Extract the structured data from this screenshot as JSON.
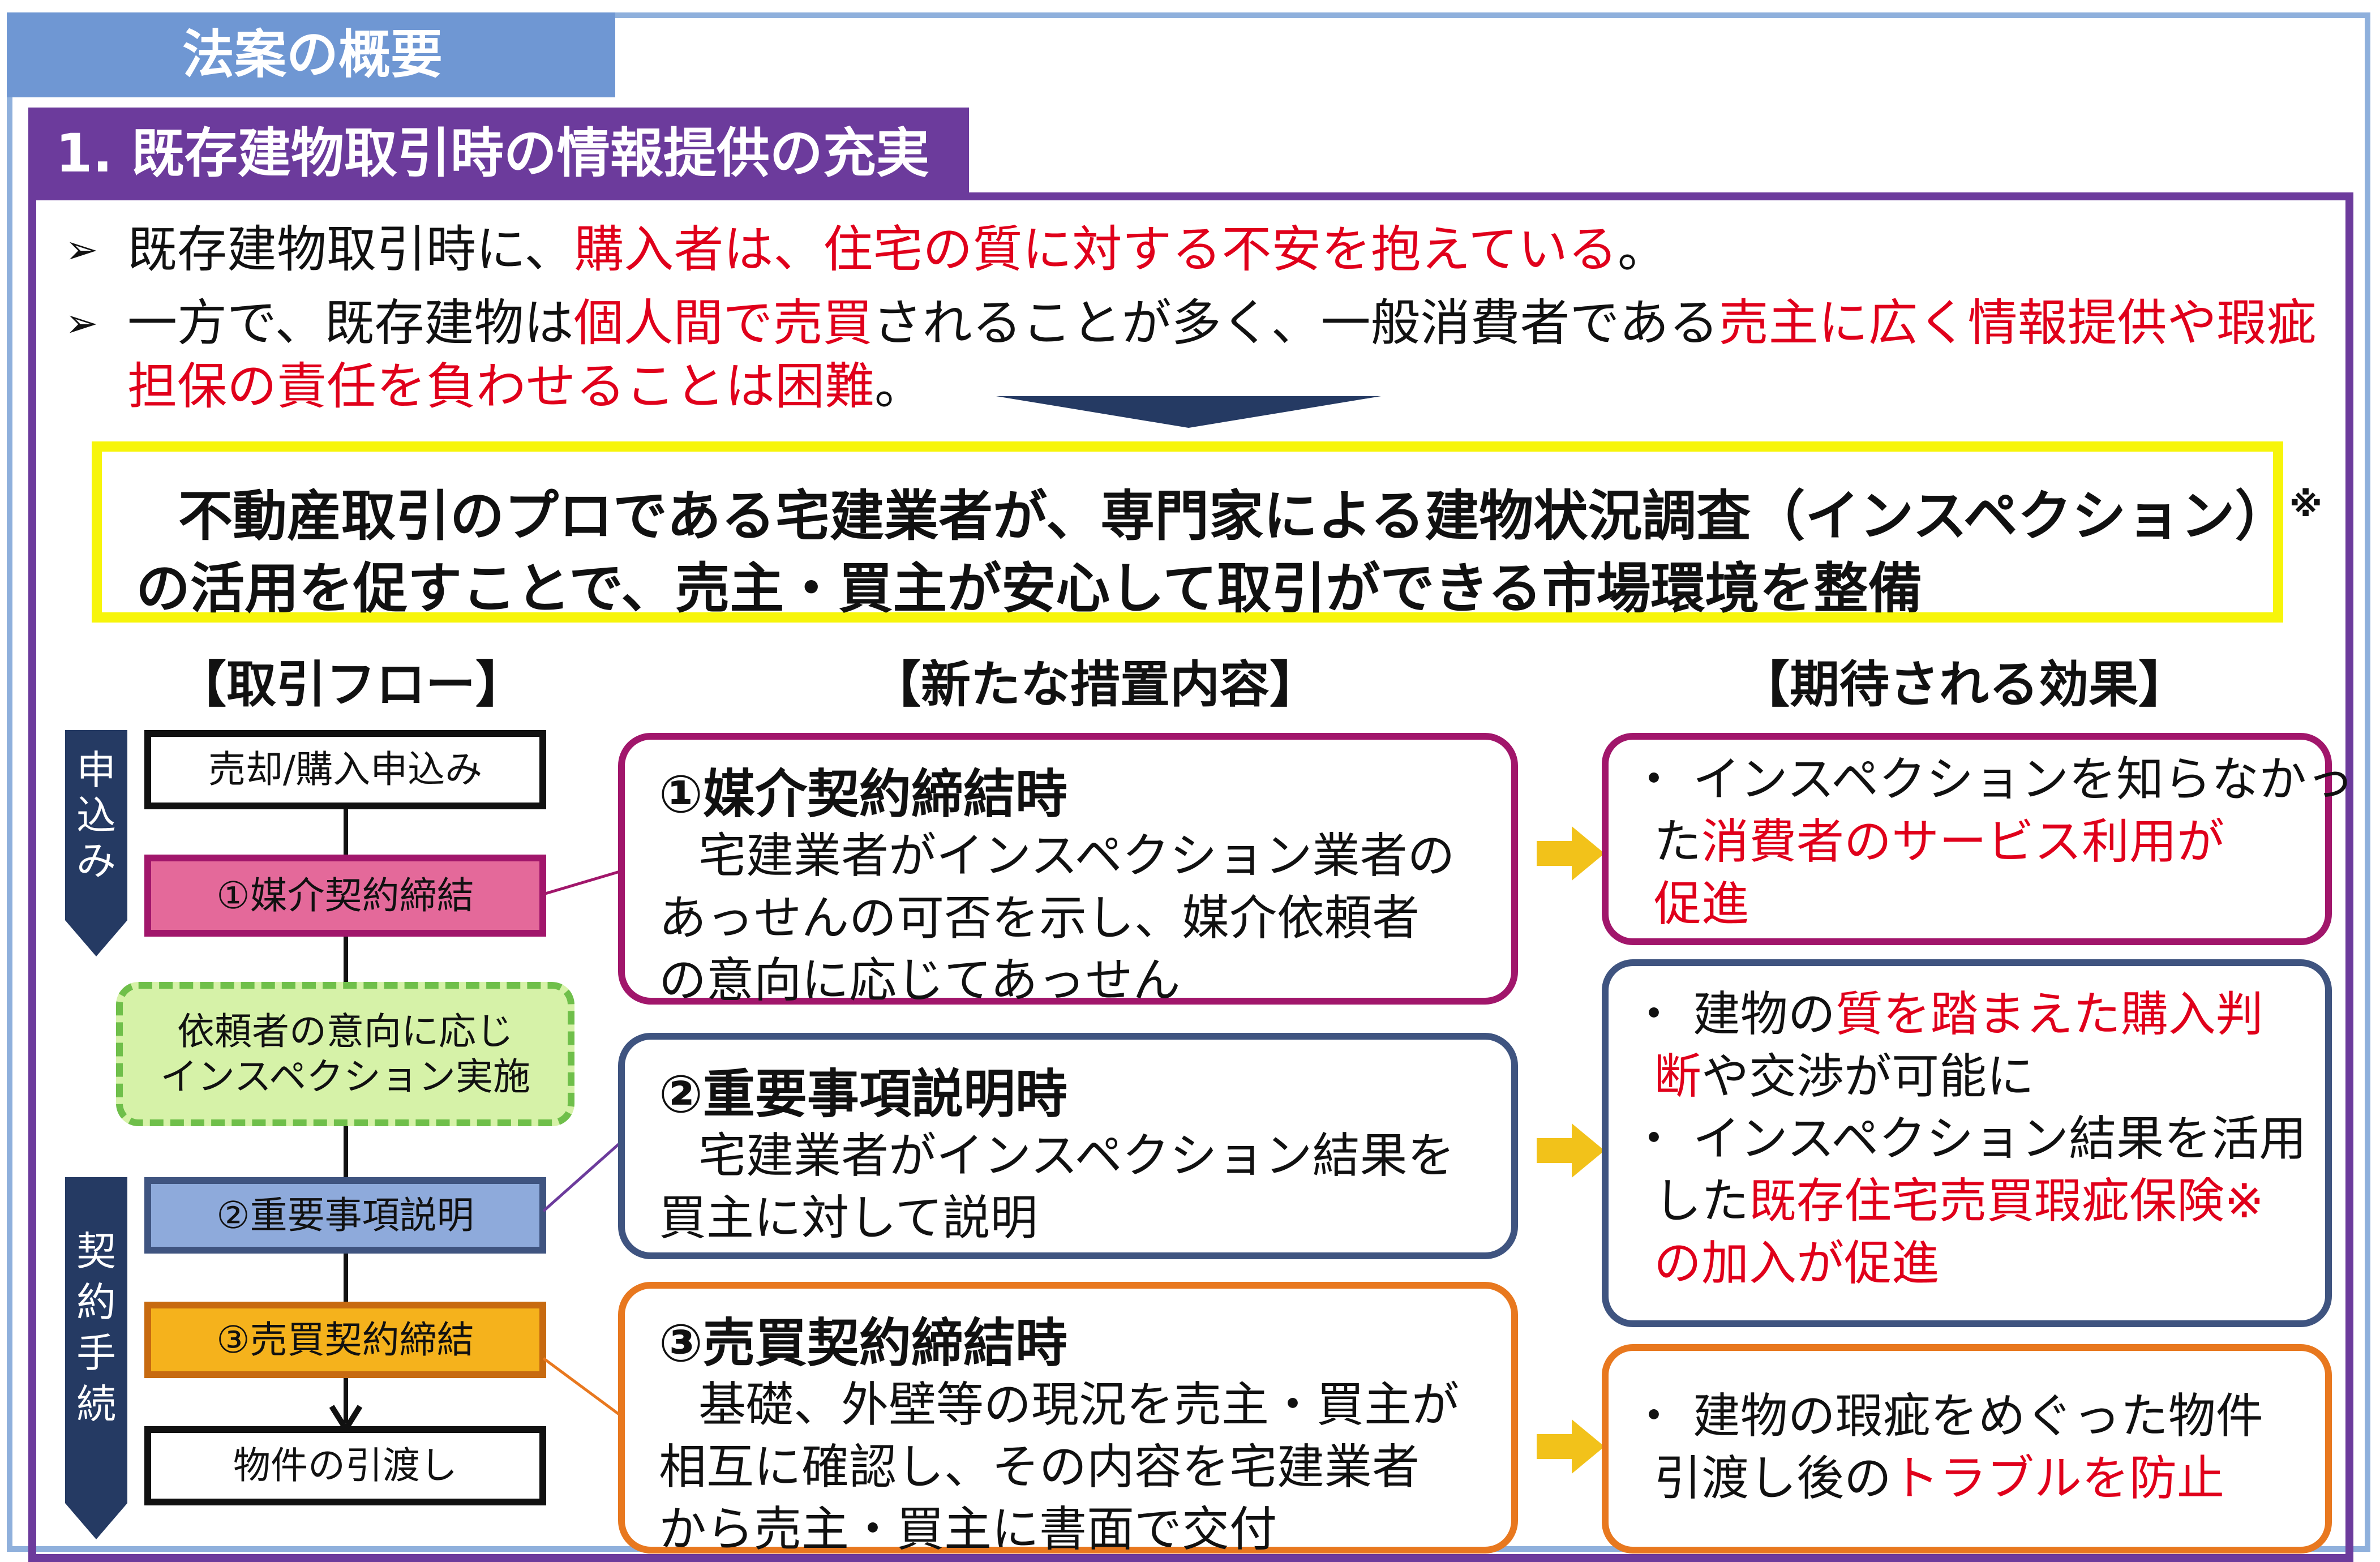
{
  "header": {
    "overview_tab": "法案の概要",
    "section_tab": "1. 既存建物取引時の情報提供の充実"
  },
  "bullets": [
    {
      "mark": "➢",
      "lines": [
        [
          {
            "t": "既存建物取引時に、",
            "red": false
          },
          {
            "t": "購入者は、住宅の質に対する不安を抱えている",
            "red": true
          },
          {
            "t": "。",
            "red": false
          }
        ]
      ]
    },
    {
      "mark": "➢",
      "lines": [
        [
          {
            "t": "一方で、既存建物は",
            "red": false
          },
          {
            "t": "個人間で売買",
            "red": true
          },
          {
            "t": "されることが多く、一般消費者である",
            "red": false
          },
          {
            "t": "売主に広く情報提供や瑕疵",
            "red": true
          }
        ],
        [
          {
            "t": "担保の責任を負わせることは困難",
            "red": true
          },
          {
            "t": "。",
            "red": false
          }
        ]
      ]
    }
  ],
  "summary": {
    "line1": "不動産取引のプロである宅建業者が、専門家による建物状況調査（インスペクション）",
    "line1_note": "※",
    "line2": "の活用を促すことで、売主・買主が安心して取引ができる市場環境を整備"
  },
  "columns": {
    "flow": "【取引フロー】",
    "measures": "【新たな措置内容】",
    "effects": "【期待される効果】"
  },
  "flow": {
    "side_application": "申込み",
    "side_contract": "契約手続",
    "steps": {
      "purchase_application": "売却/購入申込み",
      "brokerage_contract": "①媒介契約締結",
      "inspection": [
        "依頼者の意向に応じ",
        "インスペクション実施"
      ],
      "explanation": "②重要事項説明",
      "sales_contract": "③売買契約締結",
      "handover": "物件の引渡し"
    }
  },
  "measures": [
    {
      "title": "①媒介契約締結時",
      "lines": [
        "宅建業者がインスペクション業者の",
        "あっせんの可否を示し、媒介依頼者",
        "の意向に応じてあっせん"
      ]
    },
    {
      "title": "②重要事項説明時",
      "lines": [
        "宅建業者がインスペクション結果を",
        "買主に対して説明"
      ]
    },
    {
      "title": "③売買契約締結時",
      "lines": [
        "基礎、外壁等の現況を売主・買主が",
        "相互に確認し、その内容を宅建業者",
        "から売主・買主に書面で交付"
      ]
    }
  ],
  "effects": [
    {
      "lines": [
        [
          {
            "t": "・ インスペクションを知らなかっ",
            "red": false
          }
        ],
        [
          {
            "t": "た",
            "red": false
          },
          {
            "t": "消費者のサービス利用が",
            "red": true
          }
        ],
        [
          {
            "t": "促進",
            "red": true
          }
        ]
      ]
    },
    {
      "lines": [
        [
          {
            "t": "・ 建物の",
            "red": false
          },
          {
            "t": "質を踏まえた購入判",
            "red": true
          }
        ],
        [
          {
            "t": "断",
            "red": true
          },
          {
            "t": "や交渉が可能に",
            "red": false
          }
        ],
        [
          {
            "t": "・ インスペクション結果を活用",
            "red": false
          }
        ],
        [
          {
            "t": "した",
            "red": false
          },
          {
            "t": "既存住宅売買瑕疵保険",
            "red": true
          },
          {
            "t": "※",
            "red": true
          }
        ],
        [
          {
            "t": "の加入が促進",
            "red": true
          }
        ]
      ]
    },
    {
      "lines": [
        [
          {
            "t": "・ 建物の瑕疵をめぐった物件",
            "red": false
          }
        ],
        [
          {
            "t": "引渡し後の",
            "red": false
          },
          {
            "t": "トラブルを防止",
            "red": true
          }
        ]
      ]
    }
  ],
  "colors": {
    "overview_tab": "#6f97d3",
    "section": "#6c3b9c",
    "highlight_red": "#e0001b",
    "summary_border": "#f7f50a",
    "measure1": "#a1166b",
    "measure2": "#3f5480",
    "measure3": "#e8781f",
    "flow_pink": "#e4699a",
    "flow_blue": "#8eaadb",
    "flow_orange": "#f5b21c",
    "flow_green": "#d6f2a8",
    "arrow_yellow": "#f2c21a",
    "side_label": "#253a63"
  },
  "icons": {
    "bullet": "arrowhead-bullet-icon",
    "transition": "down-arrow-icon",
    "effect_link": "right-arrow-icon"
  }
}
